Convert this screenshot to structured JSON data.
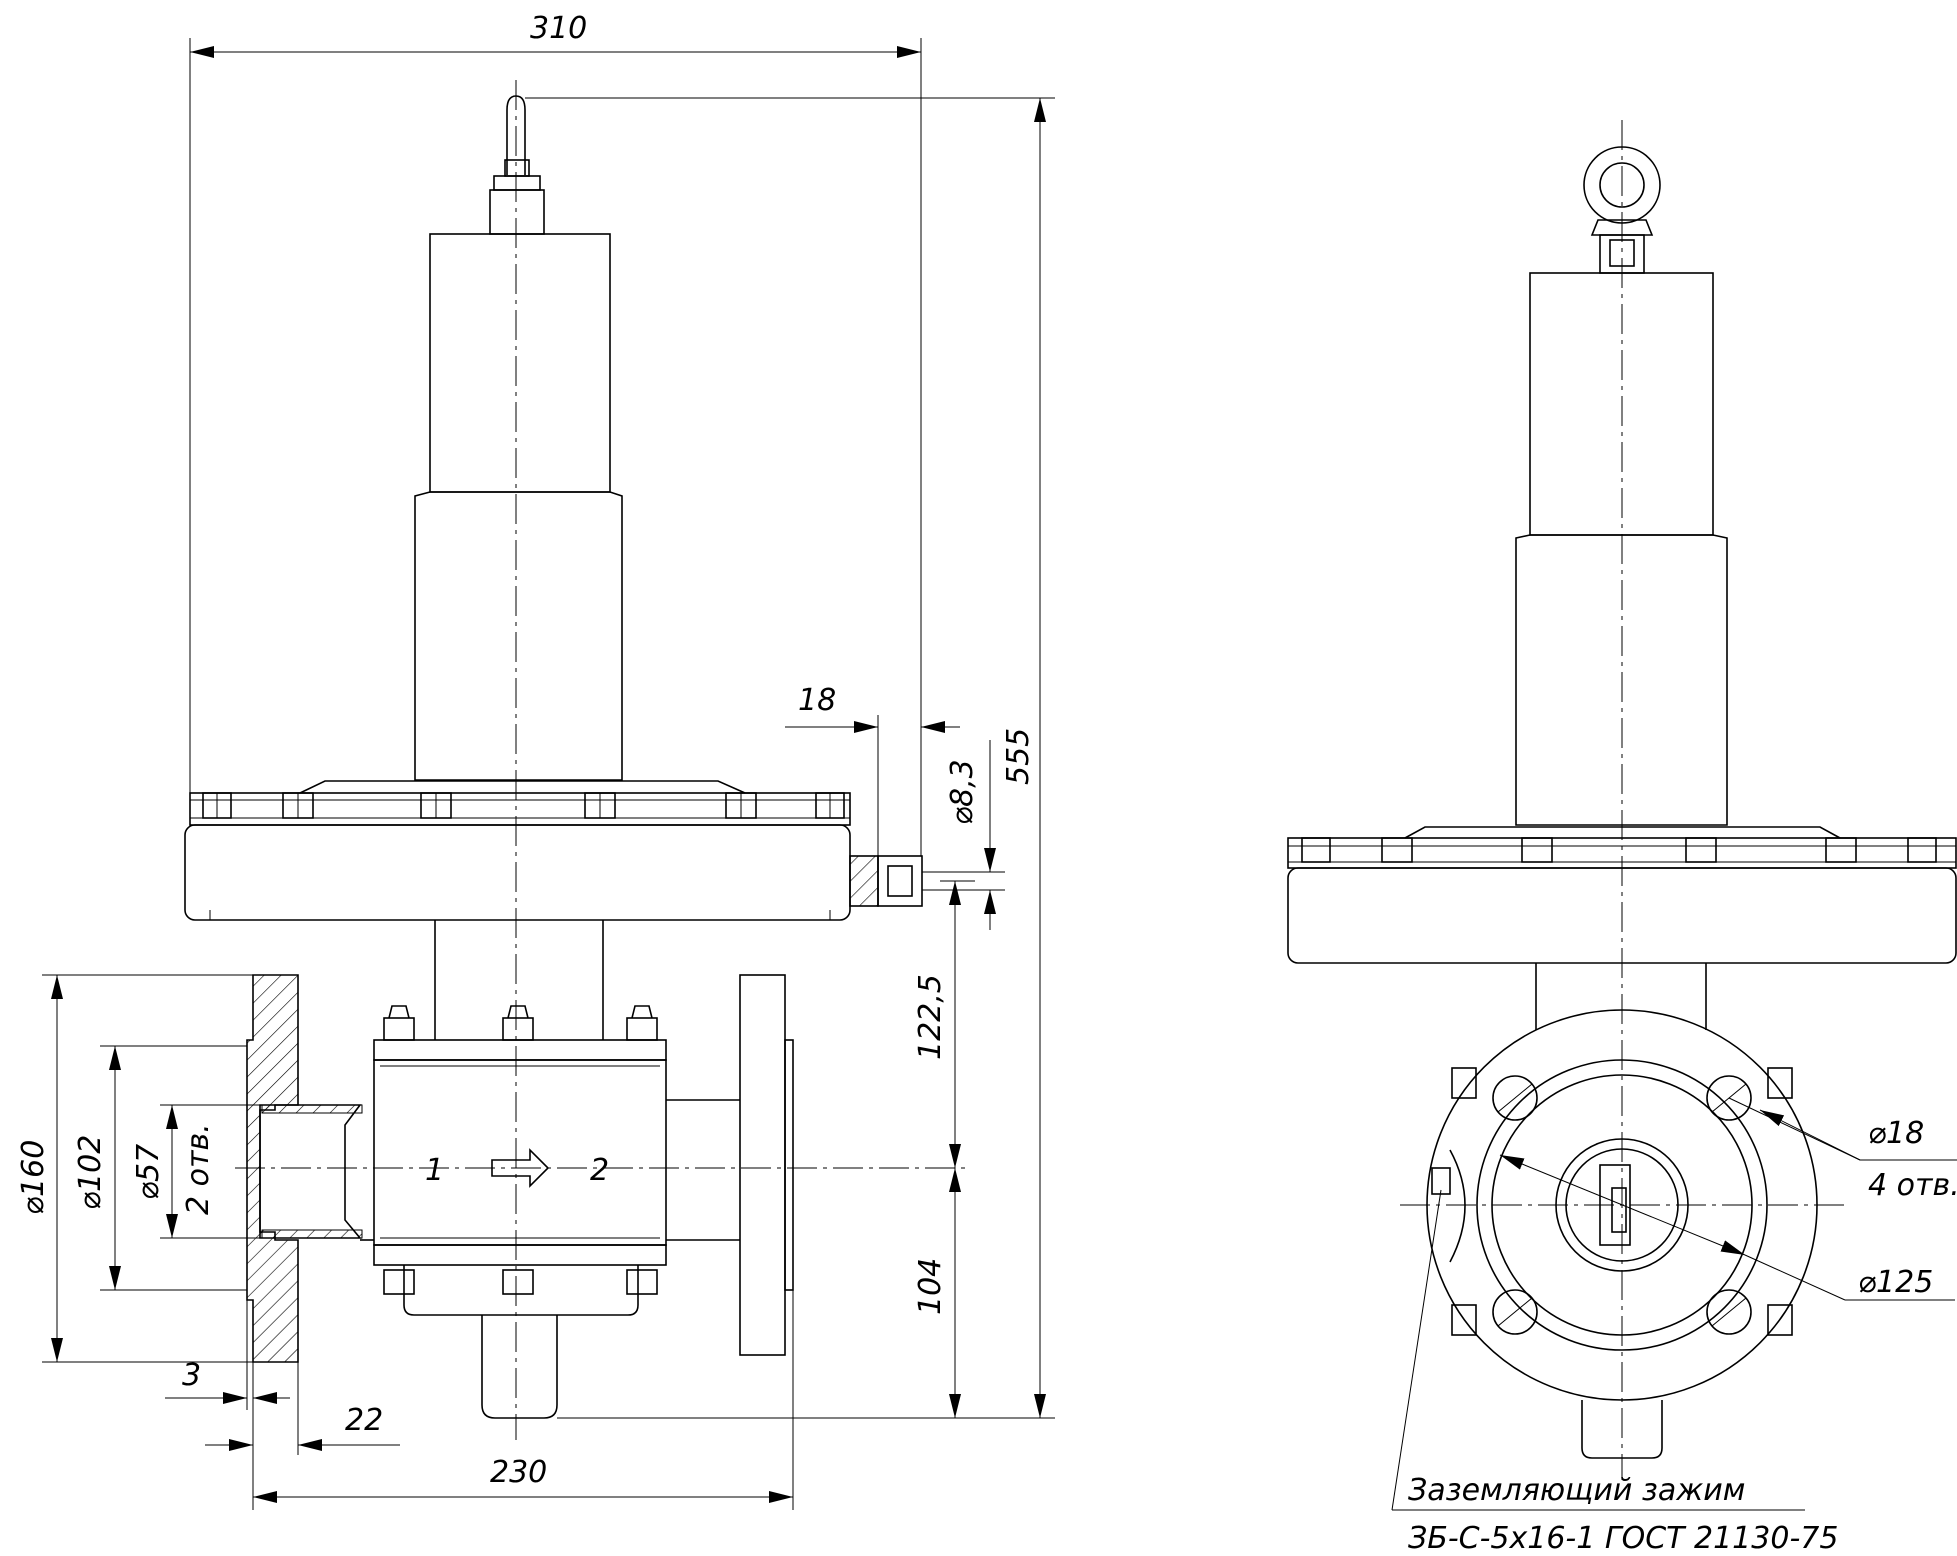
{
  "front_view": {
    "dimensions": {
      "overall_width": "310",
      "overall_height": "555",
      "outlet_offset": "18",
      "impulse_diameter": "⌀8,3",
      "upper_height": "122,5",
      "lower_height": "104",
      "flange_diameter": "⌀160",
      "bolt_circle": "⌀102",
      "bore": "⌀57",
      "holes_count": "2 отв.",
      "flange_gap": "3",
      "flange_thickness": "22",
      "face_to_face": "230"
    },
    "flow": {
      "inlet": "1",
      "outlet": "2"
    }
  },
  "side_view": {
    "dimensions": {
      "hole_diameter": "⌀18",
      "hole_count": "4 отв.",
      "bolt_circle": "⌀125"
    },
    "callout": {
      "line1": "Заземляющий зажим",
      "line2": "ЗБ-С-5х16-1 ГОСТ 21130-75"
    }
  }
}
